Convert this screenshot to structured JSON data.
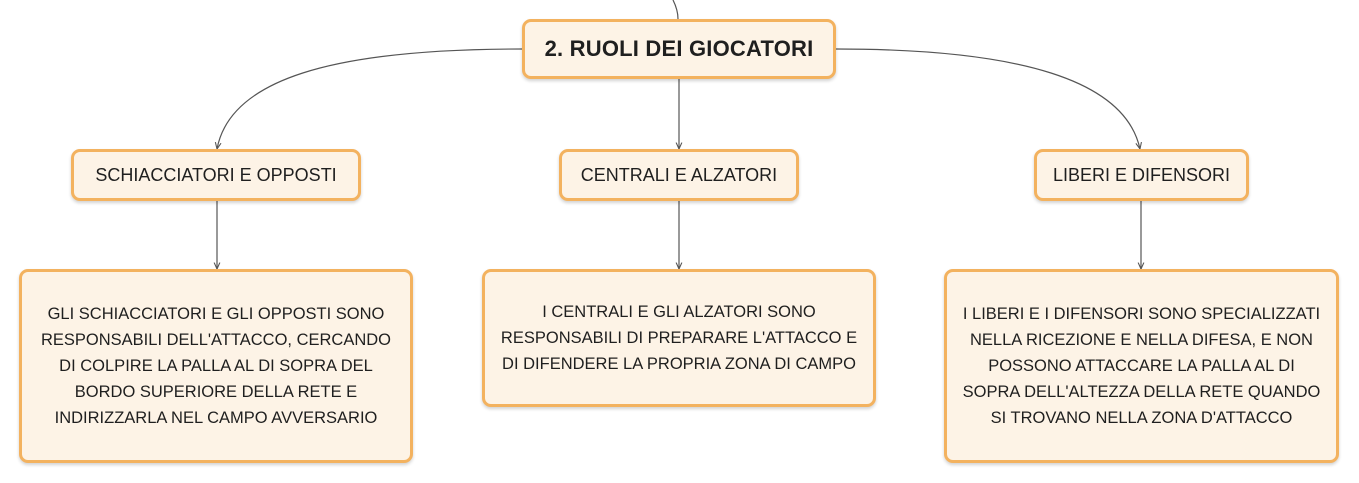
{
  "root": {
    "label": "2. RUOLI DEI GIOCATORI"
  },
  "branches": [
    {
      "label": "SCHIACCIATORI E OPPOSTI",
      "description": "GLI SCHIACCIATORI E GLI OPPOSTI SONO RESPONSABILI DELL'ATTACCO, CERCANDO DI COLPIRE LA PALLA AL DI SOPRA DEL BORDO SUPERIORE DELLA RETE E INDIRIZZARLA NEL CAMPO AVVERSARIO"
    },
    {
      "label": "CENTRALI E ALZATORI",
      "description": "I CENTRALI E GLI ALZATORI SONO RESPONSABILI DI PREPARARE L'ATTACCO E DI DIFENDERE LA PROPRIA ZONA DI CAMPO"
    },
    {
      "label": "LIBERI E DIFENSORI",
      "description": "I LIBERI E I DIFENSORI SONO SPECIALIZZATI NELLA RICEZIONE E NELLA DIFESA, E NON POSSONO ATTACCARE LA PALLA AL DI SOPRA DELL'ALTEZZA DELLA RETE QUANDO SI TROVANO NELLA ZONA D'ATTACCO"
    }
  ],
  "colors": {
    "node_fill": "#fdf3e6",
    "node_border": "#f3b25f",
    "connector": "#555555",
    "text": "#1f1f1f"
  }
}
